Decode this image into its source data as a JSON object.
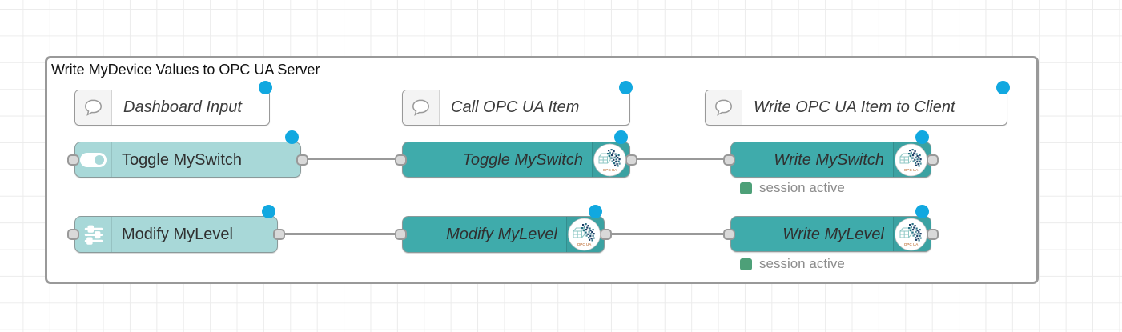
{
  "group": {
    "title": "Write MyDevice Values to OPC UA Server"
  },
  "comments": {
    "dashboard_input": "Dashboard Input",
    "call_opcua_item": "Call OPC UA Item",
    "write_opcua_item": "Write OPC UA Item to Client"
  },
  "nodes": {
    "toggle_switch_ui": "Toggle MySwitch",
    "modify_level_ui": "Modify MyLevel",
    "toggle_switch_call": "Toggle MySwitch",
    "modify_level_call": "Modify MyLevel",
    "write_switch": "Write MySwitch",
    "write_level": "Write MyLevel"
  },
  "status": {
    "write_switch": "session active",
    "write_level": "session active"
  },
  "icons": {
    "opcua_badge_label": "OPC UA",
    "comment_icon": "speech-bubble",
    "toggle_icon": "toggle-on",
    "slider_icon": "sliders"
  },
  "colors": {
    "ui_node": "#a8d8d8",
    "opcua_node": "#3fabab",
    "changed_indicator": "#11a8e0",
    "wire": "#999999",
    "status_green": "#4da078",
    "grid": "#ececec",
    "group_border": "#999999"
  }
}
